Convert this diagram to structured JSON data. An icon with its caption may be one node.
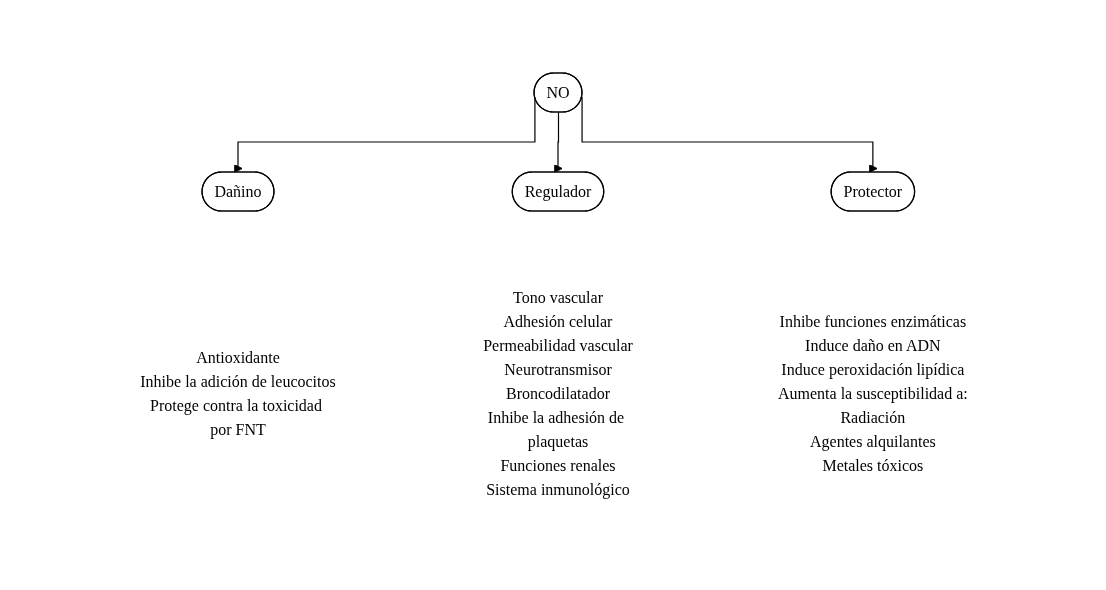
{
  "diagram": {
    "nodes": [
      {
        "text": [
          "NO"
        ]
      },
      {
        "text": [
          "Dañino"
        ],
        "beside": [
          "Antioxidante",
          "Inhibe la adición de leucocitos",
          "Protege contra la toxicidad por FNT"
        ]
      },
      {
        "text": [
          "Regulador"
        ],
        "beside": [
          "Tono vascular",
          "Adhesión celular",
          "Permeabilidad vascular",
          "Neurotransmisor",
          "Broncodilatador",
          "Inhibe la adhesión de plaquetas",
          "Funciones renales",
          "Sistema inmunológico"
        ]
      },
      {
        "text": [
          "Protector"
        ],
        "beside": [
          "Inhibe funciones enzimáticas",
          "Induce daño en ADN",
          "Induce peroxidación lipídica",
          "Aumenta la susceptibilidad a:",
          "Radiación",
          "Agentes alquilantes",
          "Metales tóxicos"
        ]
      }
    ],
    "edges": [
      {
        "from": 0,
        "to": 1,
        "arrow": "to"
      },
      {
        "from": 0,
        "to": 2,
        "arrow": "to"
      },
      {
        "from": 0,
        "to": 3,
        "arrow": "to"
      }
    ]
  }
}
